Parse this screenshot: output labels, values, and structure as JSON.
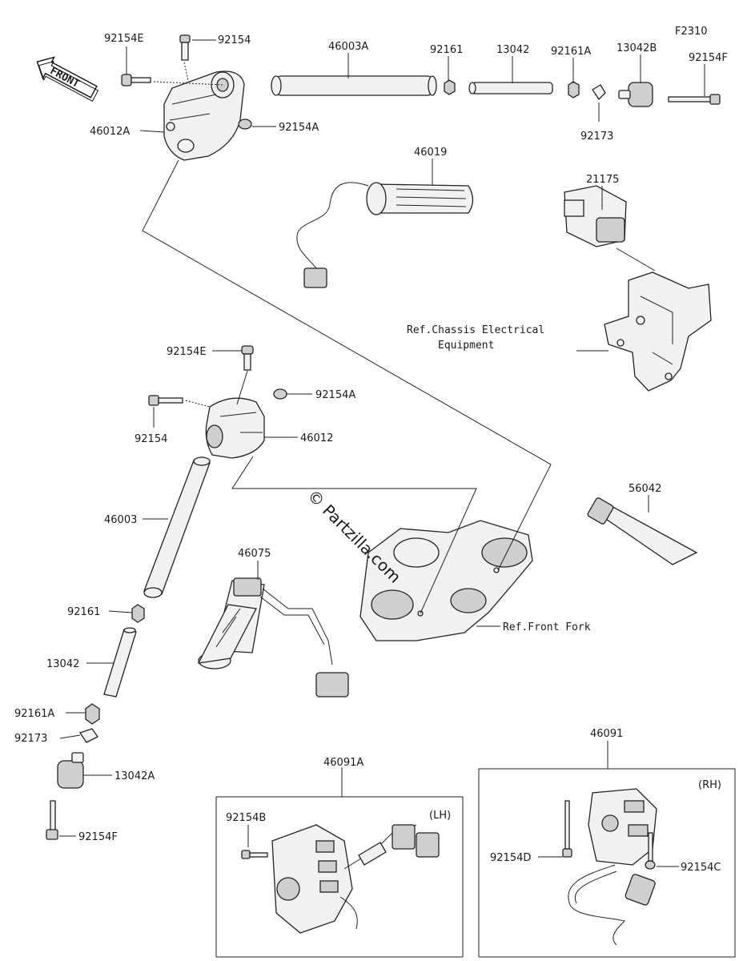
{
  "figure_code": "F2310",
  "front_arrow_label": "FRONT",
  "watermark": "© Partzilla.com",
  "labels": {
    "l_92154E_top": "92154E",
    "l_92154_top": "92154",
    "l_46003A": "46003A",
    "l_92161_top": "92161",
    "l_13042_top": "13042",
    "l_92161A_top": "92161A",
    "l_13042B": "13042B",
    "l_92154F_top": "92154F",
    "l_46012A": "46012A",
    "l_92154A_top": "92154A",
    "l_92173_top": "92173",
    "l_46019": "46019",
    "l_21175": "21175",
    "l_ref_chassis_1": "Ref.Chassis Electrical",
    "l_ref_chassis_2": "Equipment",
    "l_92154E_mid": "92154E",
    "l_92154A_mid": "92154A",
    "l_92154_mid": "92154",
    "l_46012": "46012",
    "l_46003": "46003",
    "l_56042": "56042",
    "l_46075": "46075",
    "l_ref_front_fork": "Ref.Front Fork",
    "l_92161_low": "92161",
    "l_13042_low": "13042",
    "l_92161A_low": "92161A",
    "l_92173_low": "92173",
    "l_13042A": "13042A",
    "l_92154F_low": "92154F",
    "l_46091": "46091",
    "l_RH": "(RH)",
    "l_46091A": "46091A",
    "l_LH": "(LH)",
    "l_92154B": "92154B",
    "l_92154D": "92154D",
    "l_92154C": "92154C"
  }
}
